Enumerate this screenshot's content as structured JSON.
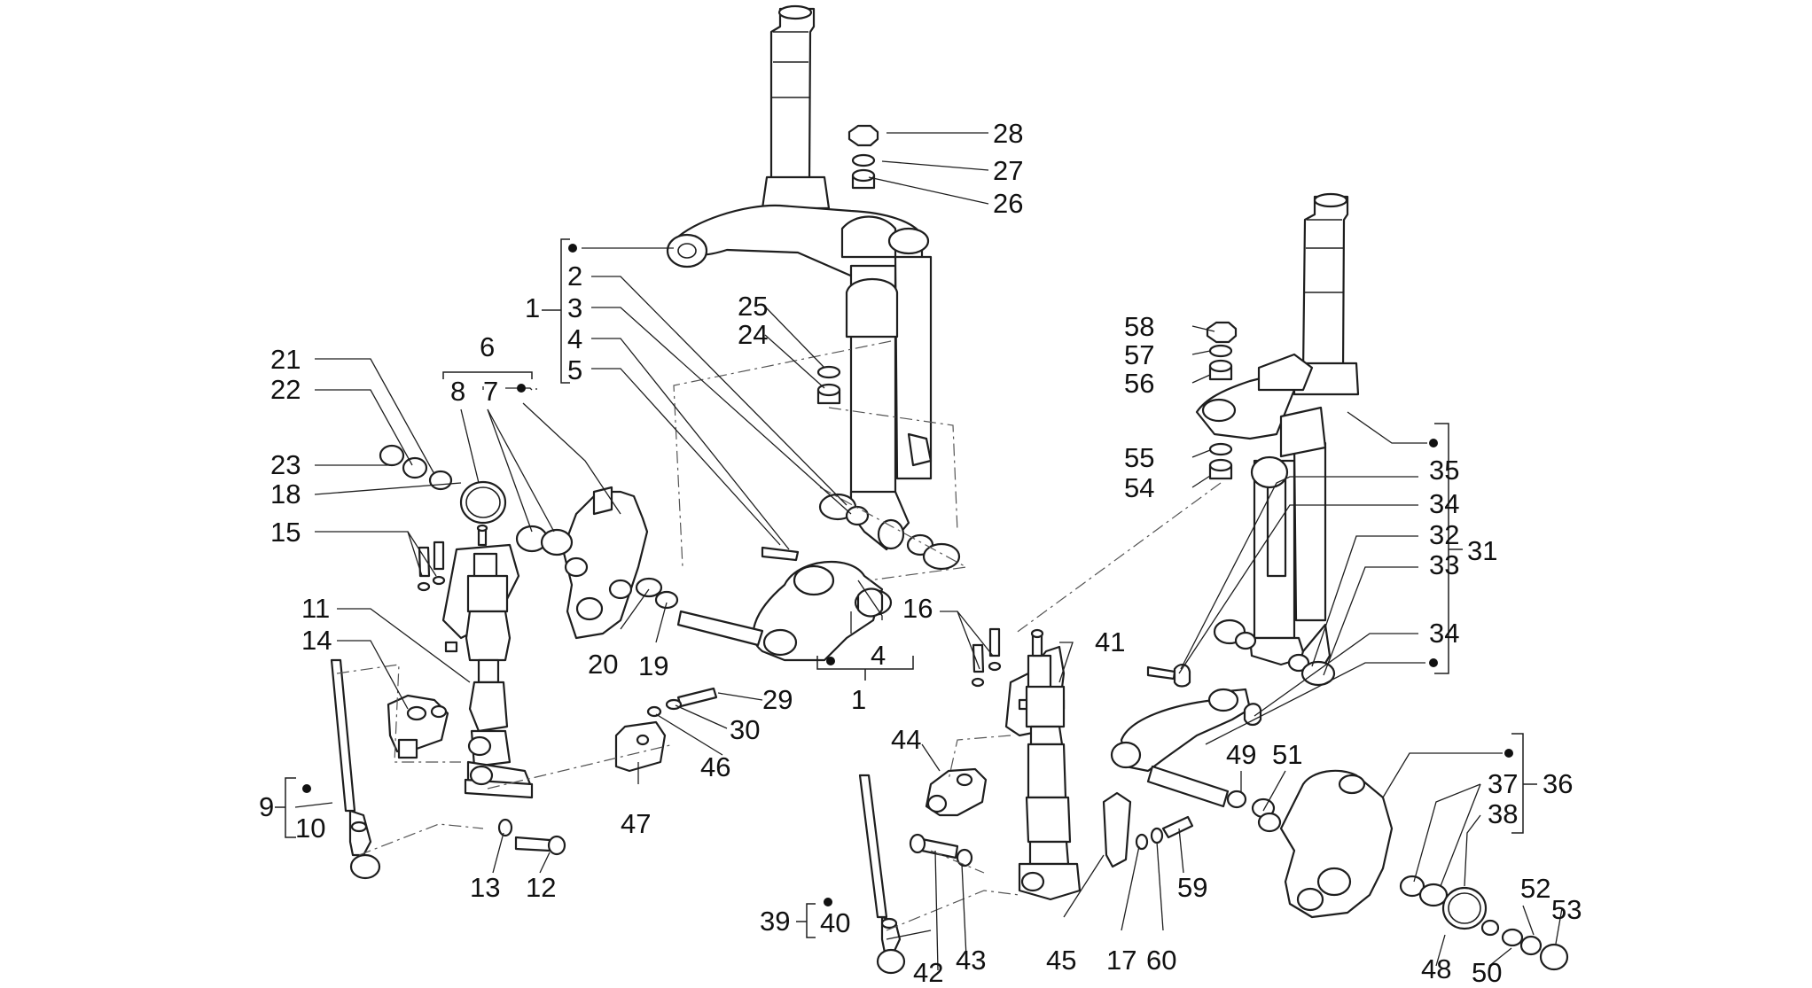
{
  "colors": {
    "line": "#1e1e1e",
    "background": "#ffffff"
  },
  "labels": [
    "1",
    "2",
    "3",
    "4",
    "5",
    "6",
    "7",
    "8",
    "9",
    "10",
    "11",
    "12",
    "13",
    "14",
    "15",
    "16",
    "17",
    "18",
    "19",
    "20",
    "21",
    "22",
    "23",
    "24",
    "25",
    "26",
    "27",
    "28",
    "29",
    "30",
    "31",
    "32",
    "33",
    "34",
    "35",
    "36",
    "37",
    "38",
    "39",
    "40",
    "41",
    "42",
    "43",
    "44",
    "45",
    "46",
    "47",
    "48",
    "49",
    "50",
    "51",
    "52",
    "53",
    "54",
    "55",
    "56",
    "57",
    "58",
    "59",
    "60"
  ],
  "dup": {
    "label_1b": "1",
    "label_4b": "4",
    "label_34b": "34"
  }
}
